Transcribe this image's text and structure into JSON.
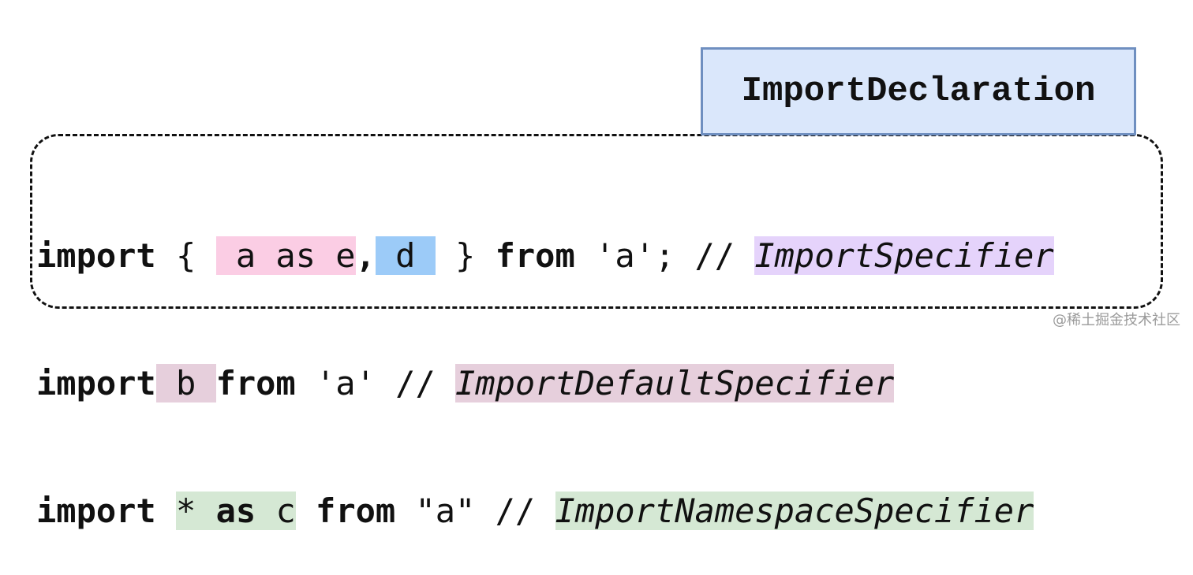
{
  "declaration_label": "ImportDeclaration",
  "lines": [
    {
      "import_kw": "import",
      "open_brace": " { ",
      "spec_a": " a as e",
      "comma": ",",
      "spec_d": " d ",
      "close": " } ",
      "from_kw": "from",
      "source": " 'a'; // ",
      "comment": "ImportSpecifier"
    },
    {
      "import_kw": "import",
      "spec_b": " b ",
      "from_kw": "from",
      "source": " 'a' // ",
      "comment": "ImportDefaultSpecifier"
    },
    {
      "import_kw": "import",
      "space": " ",
      "star": "* ",
      "as_kw": "as",
      "spec_c": " c",
      "space2": " ",
      "from_kw": "from",
      "source": " \"a\" // ",
      "comment": "ImportNamespaceSpecifier"
    }
  ],
  "watermark": "@稀土掘金技术社区",
  "colors": {
    "declaration_bg": "#dae7fb",
    "declaration_border": "#6f8fc0",
    "specifier_pink": "#fbcde4",
    "specifier_blue": "#9ccbf8",
    "default_mauve": "#e6cfdc",
    "namespace_green": "#d5e8d4",
    "comment_purple": "#e5d3fb"
  }
}
